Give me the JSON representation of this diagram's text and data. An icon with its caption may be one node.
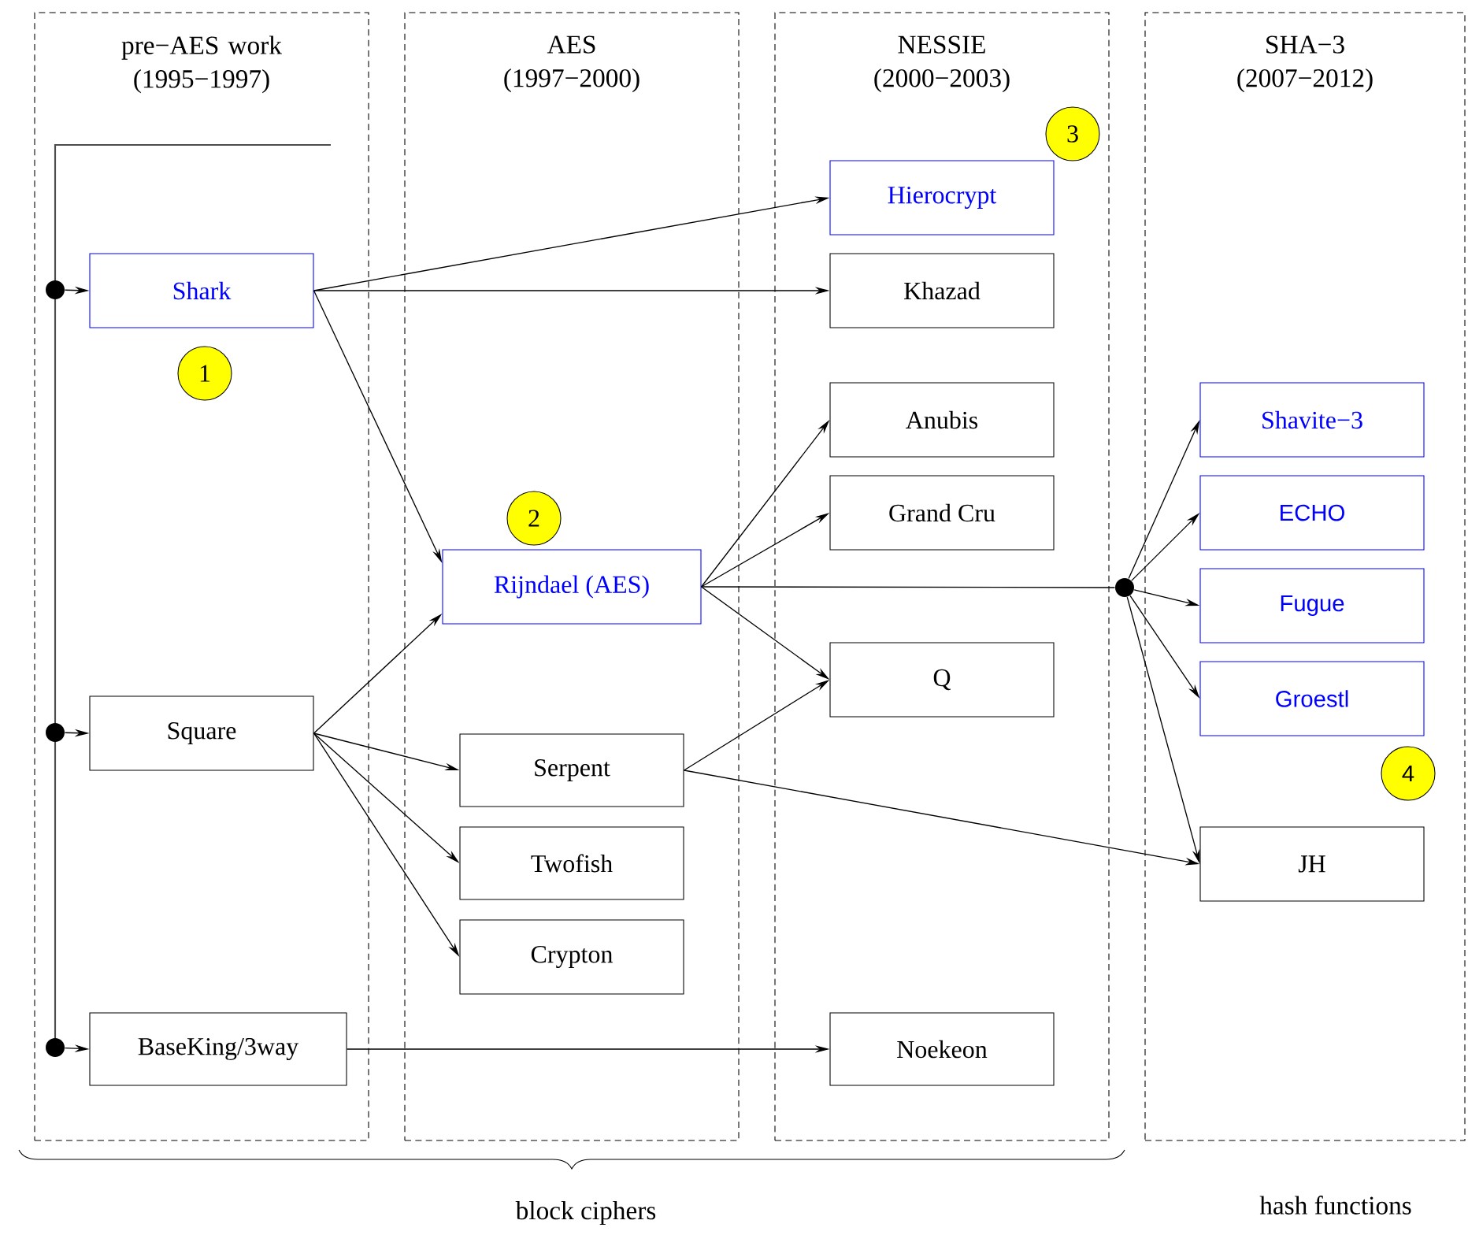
{
  "diagram": {
    "nodes": [
      {
        "text": [
          "pre−AES work (1995−1997)"
        ]
      },
      {
        "text": [
          "AES (1997−2000)"
        ]
      },
      {
        "text": [
          "NESSIE (2000−2003)"
        ]
      },
      {
        "text": [
          "SHA−3 (2007−2012)"
        ]
      },
      {
        "text": [
          "Shark"
        ],
        "in": 0
      },
      {
        "text": [
          "Square"
        ],
        "in": 0
      },
      {
        "text": [
          "BaseKing/3way"
        ],
        "in": 0
      },
      {
        "text": [
          "Rijndael (AES)"
        ],
        "in": 1
      },
      {
        "text": [
          "Serpent"
        ],
        "in": 1
      },
      {
        "text": [
          "Twofish"
        ],
        "in": 1
      },
      {
        "text": [
          "Crypton"
        ],
        "in": 1
      },
      {
        "text": [
          "Hierocrypt"
        ],
        "in": 2
      },
      {
        "text": [
          "Khazad"
        ],
        "in": 2
      },
      {
        "text": [
          "Anubis"
        ],
        "in": 2
      },
      {
        "text": [
          "Grand Cru"
        ],
        "in": 2
      },
      {
        "text": [
          "Q"
        ],
        "in": 2
      },
      {
        "text": [
          "Noekeon"
        ],
        "in": 2
      },
      {
        "text": [
          "Shavite−3"
        ],
        "in": 3
      },
      {
        "text": [
          "ECHO"
        ],
        "in": 3
      },
      {
        "text": [
          "Fugue"
        ],
        "in": 3
      },
      {
        "text": [
          "Groestl"
        ],
        "in": 3
      },
      {
        "text": [
          "JH"
        ],
        "in": 3
      },
      {
        "text": [
          "1"
        ],
        "in": 0
      },
      {
        "text": [
          "2"
        ],
        "in": 1
      },
      {
        "text": [
          "3"
        ],
        "in": 2
      },
      {
        "text": [
          "4"
        ],
        "in": 3
      },
      {
        "text": [],
        "shape": "circle",
        "in": 0
      },
      {
        "text": [],
        "shape": "circle",
        "in": 0
      },
      {
        "text": [],
        "shape": "circle",
        "in": 0
      },
      {
        "text": [],
        "shape": "circle"
      }
    ],
    "edges": [
      {
        "from": 26,
        "to": 4,
        "arrow": "to"
      },
      {
        "from": 27,
        "to": 5,
        "arrow": "to"
      },
      {
        "from": 28,
        "to": 6,
        "arrow": "to"
      },
      {
        "from": 4,
        "to": 11,
        "arrow": "to"
      },
      {
        "from": 4,
        "to": 12,
        "arrow": "to"
      },
      {
        "from": 4,
        "to": 7,
        "arrow": "to"
      },
      {
        "from": 5,
        "to": 7,
        "arrow": "to"
      },
      {
        "from": 5,
        "to": 8,
        "arrow": "to"
      },
      {
        "from": 5,
        "to": 9,
        "arrow": "to"
      },
      {
        "from": 5,
        "to": 10,
        "arrow": "to"
      },
      {
        "from": 6,
        "to": 16,
        "arrow": "to"
      },
      {
        "from": 7,
        "to": 13,
        "arrow": "to"
      },
      {
        "from": 7,
        "to": 14,
        "arrow": "to"
      },
      {
        "from": 7,
        "to": 15,
        "arrow": "to"
      },
      {
        "from": 7,
        "to": 29,
        "arrow": "none"
      },
      {
        "from": 8,
        "to": 15,
        "arrow": "to"
      },
      {
        "from": 8,
        "to": 21,
        "arrow": "to"
      },
      {
        "from": 29,
        "to": 17,
        "arrow": "to"
      },
      {
        "from": 29,
        "to": 18,
        "arrow": "to"
      },
      {
        "from": 29,
        "to": 19,
        "arrow": "to"
      },
      {
        "from": 29,
        "to": 20,
        "arrow": "to"
      },
      {
        "from": 29,
        "to": 21,
        "arrow": "to"
      }
    ],
    "labels": [
      "block ciphers",
      "hash functions"
    ]
  }
}
